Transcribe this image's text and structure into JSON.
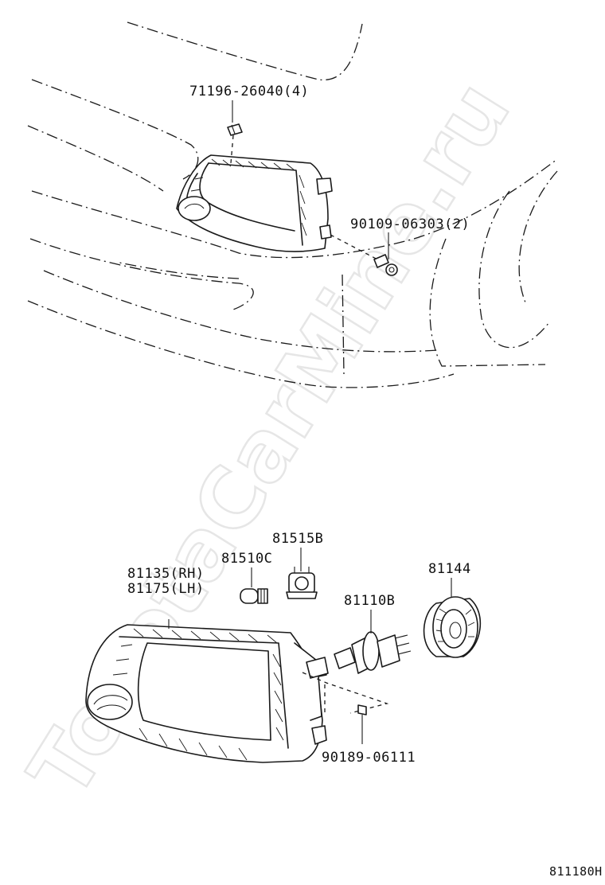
{
  "watermark": "ToyotaCarMine.ru",
  "diagram_code": "811180H",
  "labels": {
    "clip_top": "71196-26040(4)",
    "bolt": "90109-06303(2)",
    "bulb_socket": "81515B",
    "bulb_small": "81510C",
    "unit_rh": "81135(RH)",
    "unit_lh": "81175(LH)",
    "cover": "81144",
    "bulb_main": "81110B",
    "screw": "90189-06111"
  }
}
